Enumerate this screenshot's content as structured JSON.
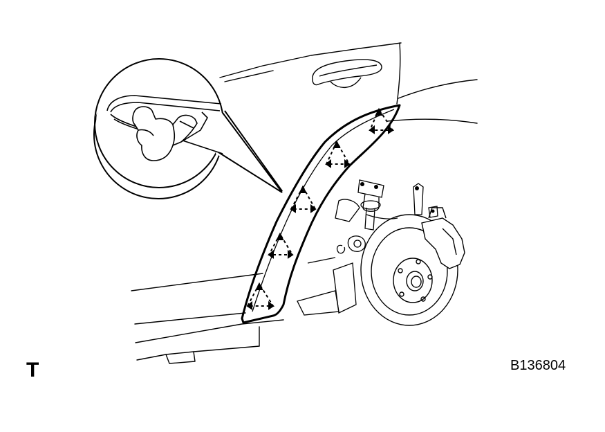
{
  "figure": {
    "corner_mark": "T",
    "code": "B136804"
  },
  "colors": {
    "ink": "#000000",
    "paper": "#ffffff"
  },
  "parts": {
    "fender_liner_clips": 5
  }
}
